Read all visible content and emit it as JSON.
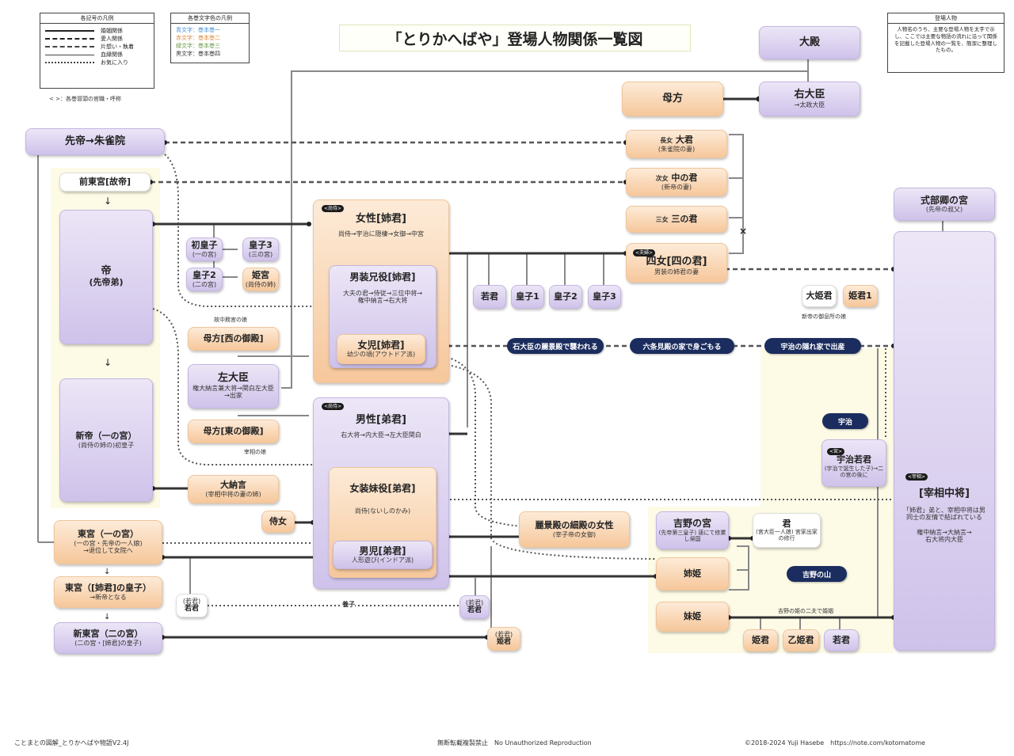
{
  "title": "「とりかへばや」登場人物関係一覧図",
  "legend_lines": {
    "header": "各記号の凡例",
    "items": [
      {
        "style": "solid-dots",
        "label": "婚姻関係"
      },
      {
        "style": "dashed-dots",
        "label": "愛人関係"
      },
      {
        "style": "dash-dot-arrow",
        "label": "片想い・執着"
      },
      {
        "style": "solid-thin",
        "label": "血縁関係"
      },
      {
        "style": "dotted",
        "label": "お気に入り"
      }
    ],
    "note": "< >：各巻冒頭の官職・呼称"
  },
  "legend_colors": {
    "header": "各巻文字色の凡例",
    "items": [
      {
        "label": "青文字：巻本巻一",
        "color": "#4a90d9"
      },
      {
        "label": "赤文字：巻本巻二",
        "color": "#e08a3c"
      },
      {
        "label": "緑文字：巻本巻三",
        "color": "#6a9a4a"
      },
      {
        "label": "黒文字：巻本巻四",
        "color": "#333333"
      }
    ]
  },
  "legend_notes": {
    "header": "登場人物",
    "text": "人物名のうち、主要な登場人物を太字で示し、ここでは主要な物語の流れに沿って関係を記載した登場人物の一覧を、簡潔に整理したもの。"
  },
  "nodes": {
    "daisho": {
      "name": "大殿"
    },
    "udaijin": {
      "name": "右大臣",
      "sub": "→太政大臣"
    },
    "hahakata1": {
      "name": "母方"
    },
    "oogimi": {
      "tag": "長女",
      "name": "大君",
      "sub": "(朱雀院の妻)"
    },
    "nakanokimi": {
      "tag": "次女",
      "name": "中の君",
      "sub": "(新帝の妻)"
    },
    "sannokimi": {
      "tag": "三女",
      "name": "三の君"
    },
    "yonnokimi": {
      "tag": "<夫婦>",
      "name": "四女[四の君]",
      "sub": "男装の姉君の妻"
    },
    "sentei": {
      "name": "先帝→朱雀院"
    },
    "saki_togu": {
      "name": "前東宮[故帝]"
    },
    "mikado": {
      "name": "帝",
      "sub": "(先帝弟)"
    },
    "hatsu_miko": {
      "name": "初皇子",
      "sub": "(一の宮)"
    },
    "miko3_left": {
      "name": "皇子3",
      "sub": "(三の宮)"
    },
    "miko2_left": {
      "name": "皇子2",
      "sub": "(二の宮)"
    },
    "nyogo": {
      "name": "姫宮",
      "sub": "(尚侍の姉)"
    },
    "shintei": {
      "name": "新帝（一の宮）",
      "sub": "(尚侍の姉の)初皇子"
    },
    "hahakata_nishi": {
      "name": "母方[西の御殿]",
      "note": "故中務宮の娘"
    },
    "sadaijin": {
      "name": "左大臣",
      "sub": "権大納言兼大将→関白左大臣→出家"
    },
    "hahakata_higashi": {
      "name": "母方[東の御殿]",
      "note": "宰相の娘"
    },
    "dainagon_daughter": {
      "name": "大納言",
      "sub": "(宰相中将の妻の姉)"
    },
    "jijuu": {
      "name": "侍女"
    },
    "togu_ichi": {
      "name": "東宮（一の宮）",
      "sub": "(一の宮・先帝の一人娘)",
      "sub2": "→退位して女院へ"
    },
    "togu_ni": {
      "name": "東宮（[姉君]の皇子）",
      "sub": "→新帝となる"
    },
    "shin_togu": {
      "name": "新東宮（二の宮）",
      "sub": "(二の宮・[姉君]の皇子)"
    },
    "onna_ane": {
      "tag": "<尚侍>",
      "name": "女性[姉君]",
      "sub": "尚侍→宇治に隠棲→女御→中宮"
    },
    "dansou_ane": {
      "name": "男装兄役[姉君]",
      "sub": "大夫の君→侍従→三位中将→権中納言→右大将"
    },
    "onna_ane_inner": {
      "name": "女児[姉君]",
      "sub": "幼少の頃(アウトドア派)"
    },
    "otoko_otouto": {
      "tag": "<尚侍>",
      "name": "男性[弟君]",
      "sub": "右大将→内大臣→左大臣関白"
    },
    "josou_imouto": {
      "name": "女装妹役[弟君]",
      "sub": "尚侍(ないしのかみ)"
    },
    "otoko_otouto_inner": {
      "name": "男児[弟君]",
      "sub": "人形遊び(インドア派)"
    },
    "wakagimi": {
      "name": "若君"
    },
    "miko1": {
      "name": "皇子1"
    },
    "miko2": {
      "name": "皇子2"
    },
    "miko3": {
      "name": "皇子3"
    },
    "shikibukyo": {
      "name": "式部卿の宮",
      "sub": "(先帝の叔父)"
    },
    "saisho": {
      "tag": "<宰相>",
      "name": "[宰相中将]",
      "sub": "「姉君」弟と、宰相中将は男同士の友情で結ばれている",
      "sub2": "権中納言→大納言→右大将内大臣"
    },
    "daihimegimi": {
      "name": "大姫君",
      "note": "新帝の御息所の娘"
    },
    "himegimi1": {
      "name": "姫君1"
    },
    "reikeiden": {
      "name": "麗景殿の細殿の女性",
      "sub": "(宰子帝の女御)"
    },
    "yoshino_miya": {
      "name": "吉野の宮",
      "sub": "(先帝第三皇子) 唐にて修業し帰国"
    },
    "kimi": {
      "name": "君",
      "sub": "(宮大臣一人娘) 宮家出家の修行"
    },
    "anehime": {
      "name": "姉姫"
    },
    "imotohime": {
      "name": "妹姫"
    },
    "uji_wakagimi": {
      "tag": "<宮>",
      "name": "宇治若君",
      "sub": "(宇治で誕生した子)→二の宮の後に"
    },
    "wakagimi_left": {
      "name": "(若君)",
      "sub": "若君"
    },
    "wakagimi_mid": {
      "name": "(若君)",
      "sub": "若君"
    },
    "wakagimi_low": {
      "name": "(若君)",
      "sub": "姫君"
    },
    "himegimi_b": {
      "name": "姫君"
    },
    "otohimegimi": {
      "name": "乙姫君"
    },
    "wakagimi_b": {
      "name": "若君"
    }
  },
  "pills": {
    "p1": "石大臣の麗景殿で襲われる",
    "p2": "六条見殿の家で身ごもる",
    "p3": "宇治の隠れ家で出産",
    "uji": "宇治",
    "yoshino": "吉野の山"
  },
  "notes": {
    "yoshino_marriage": "吉野の姫の二夫で婚姻",
    "yoshiko": "養子"
  },
  "footer": {
    "left": "ことまとの図解_とりかへばや物語V2.4J",
    "center": "無断転載複製禁止　No Unauthorized Reproduction",
    "right": "©2018-2024 Yuji Hasebe　https://note.com/kotomatome"
  }
}
